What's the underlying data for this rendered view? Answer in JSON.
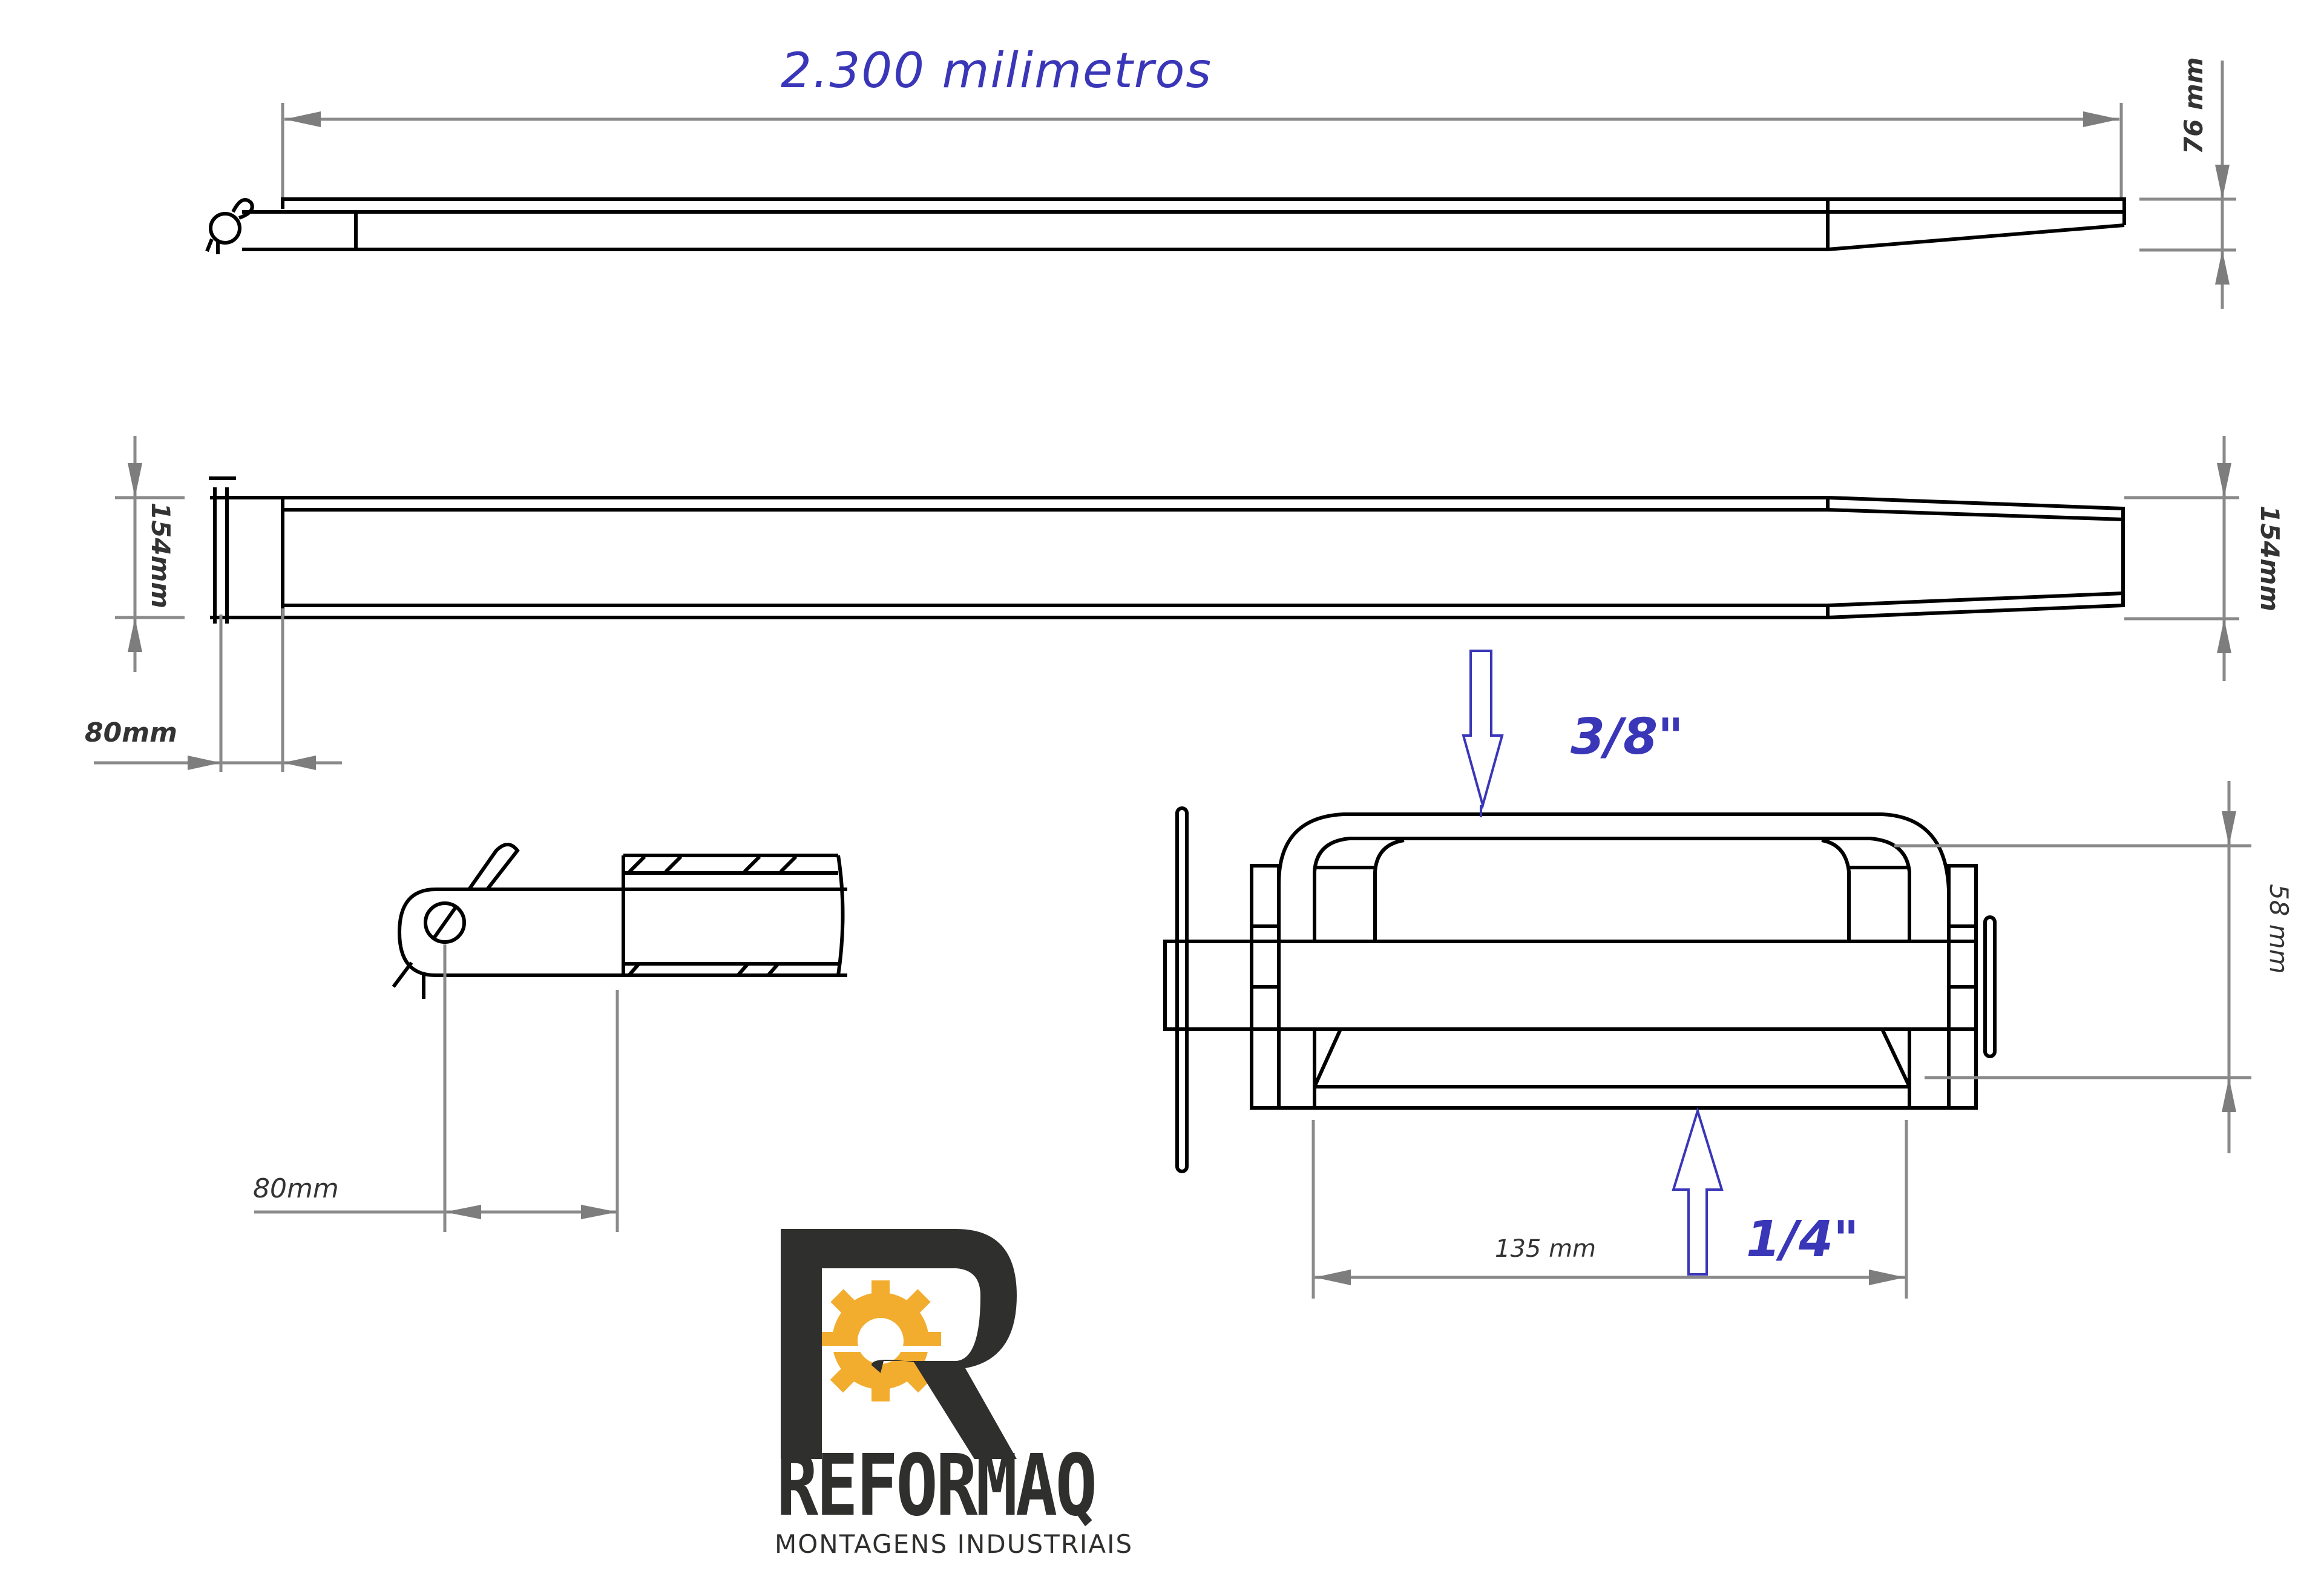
{
  "drawing": {
    "title": "2.300 milimetros",
    "side_view": {
      "length_label": "2.300 milimetros",
      "height_label": "76 mm"
    },
    "top_view": {
      "width_left_label": "154mm",
      "width_right_label": "154mm",
      "pin_offset_label": "80mm"
    },
    "detail_pin": {
      "pin_offset_label": "80mm"
    },
    "detail_bracket": {
      "top_thickness_label": "3/8\"",
      "bottom_thickness_label": "1/4\"",
      "width_label": "135 mm",
      "height_label": "58 mm"
    }
  },
  "colors": {
    "line": "#000000",
    "dimension": "#8a8a8a",
    "annotation_blue": "#3a36b8",
    "logo_dark": "#2f2f2e",
    "logo_gear": "#f2ac2e"
  },
  "logo": {
    "name": "REFORMAQ",
    "tagline": "MONTAGENS INDUSTRIAIS"
  }
}
